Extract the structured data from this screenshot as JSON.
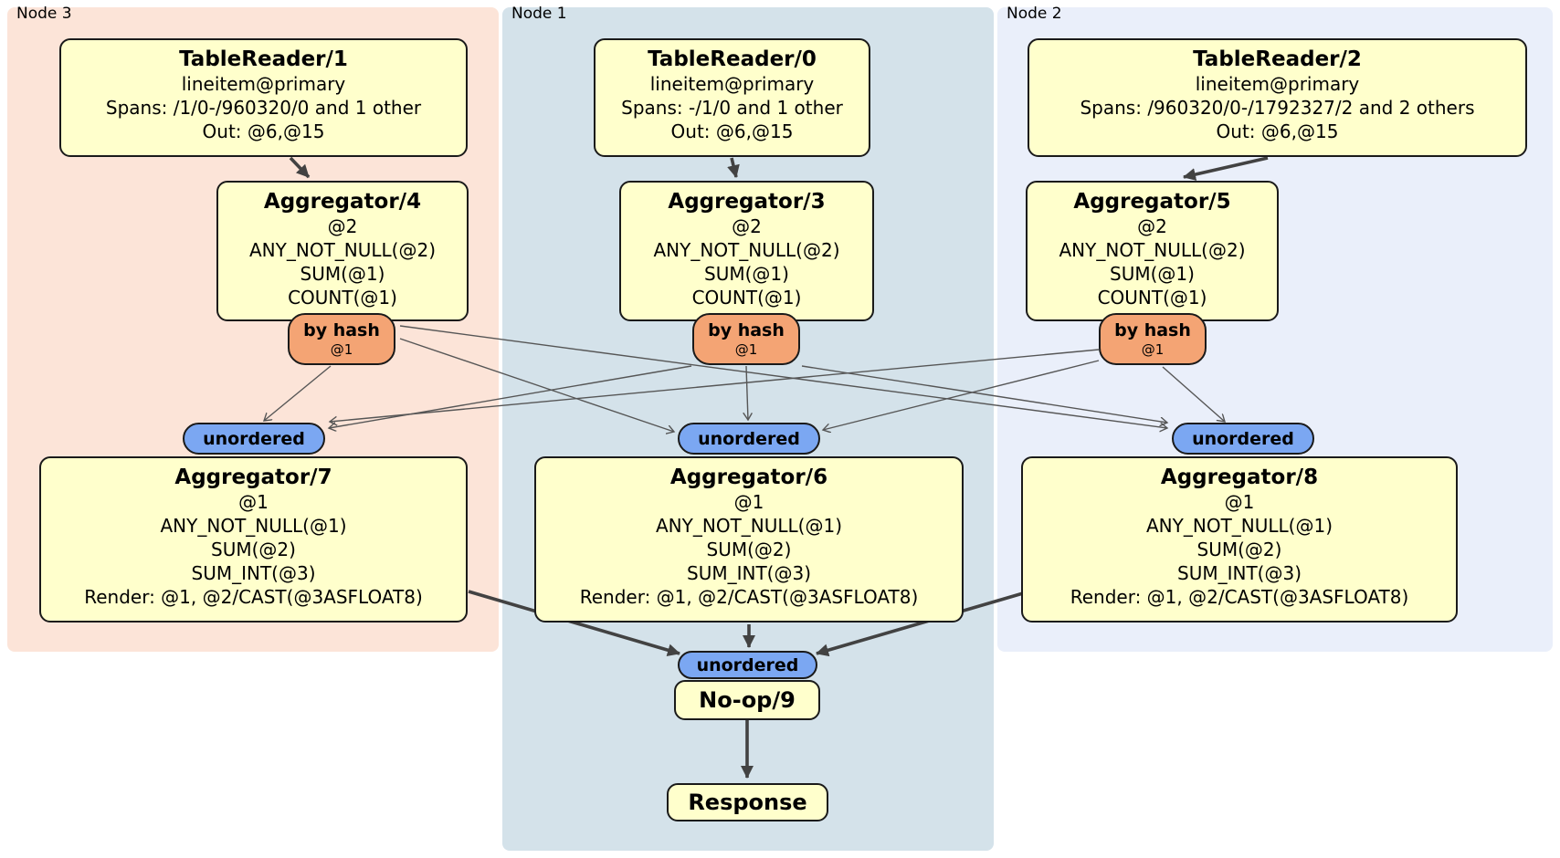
{
  "regions": [
    {
      "id": "node3",
      "label": "Node 3"
    },
    {
      "id": "node1",
      "label": "Node 1"
    },
    {
      "id": "node2",
      "label": "Node 2"
    }
  ],
  "processors": {
    "tr1": {
      "title": "TableReader/1",
      "lines": [
        "lineitem@primary",
        "Spans: /1/0-/960320/0 and 1 other",
        "Out: @6,@15"
      ]
    },
    "tr0": {
      "title": "TableReader/0",
      "lines": [
        "lineitem@primary",
        "Spans: -/1/0 and 1 other",
        "Out: @6,@15"
      ]
    },
    "tr2": {
      "title": "TableReader/2",
      "lines": [
        "lineitem@primary",
        "Spans: /960320/0-/1792327/2 and 2 others",
        "Out: @6,@15"
      ]
    },
    "agg4": {
      "title": "Aggregator/4",
      "lines": [
        "@2",
        "ANY_NOT_NULL(@2)",
        "SUM(@1)",
        "COUNT(@1)"
      ]
    },
    "agg3": {
      "title": "Aggregator/3",
      "lines": [
        "@2",
        "ANY_NOT_NULL(@2)",
        "SUM(@1)",
        "COUNT(@1)"
      ]
    },
    "agg5": {
      "title": "Aggregator/5",
      "lines": [
        "@2",
        "ANY_NOT_NULL(@2)",
        "SUM(@1)",
        "COUNT(@1)"
      ]
    },
    "agg7": {
      "title": "Aggregator/7",
      "lines": [
        "@1",
        "ANY_NOT_NULL(@1)",
        "SUM(@2)",
        "SUM_INT(@3)",
        "Render: @1, @2/CAST(@3ASFLOAT8)"
      ]
    },
    "agg6": {
      "title": "Aggregator/6",
      "lines": [
        "@1",
        "ANY_NOT_NULL(@1)",
        "SUM(@2)",
        "SUM_INT(@3)",
        "Render: @1, @2/CAST(@3ASFLOAT8)"
      ]
    },
    "agg8": {
      "title": "Aggregator/8",
      "lines": [
        "@1",
        "ANY_NOT_NULL(@1)",
        "SUM(@2)",
        "SUM_INT(@3)",
        "Render: @1, @2/CAST(@3ASFLOAT8)"
      ]
    },
    "noop": {
      "title": "No-op/9"
    },
    "response": {
      "title": "Response"
    }
  },
  "router": {
    "label": "by hash",
    "detail": "@1"
  },
  "sync": {
    "label": "unordered"
  },
  "colors": {
    "node3-bg": "#fce4d8",
    "node1-bg": "#d4e2ea",
    "node2-bg": "#eaeffa",
    "box-fill": "#ffffcc",
    "router-fill": "#f4a474",
    "sync-fill": "#7ba7f2",
    "border": "#1a1a1a",
    "edge-thick": "#424242",
    "edge-thin": "#565656"
  }
}
